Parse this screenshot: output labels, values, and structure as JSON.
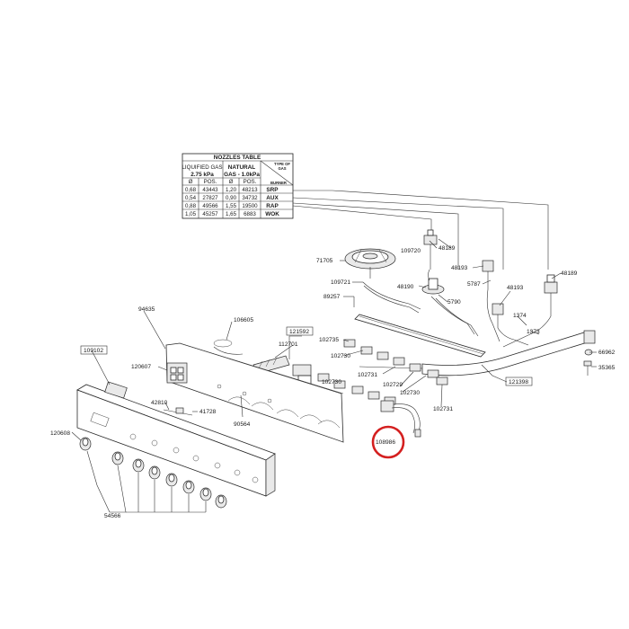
{
  "nozzles_table": {
    "title": "NOZZLES TABLE",
    "lpg_header": "LIQUIFIED GAS",
    "lpg_pressure": "2.75 kPa",
    "ng_header": "NATURAL",
    "ng_pressure": "GAS - 1.0kPa",
    "type_header_1": "TYPE OF",
    "type_header_2": "GAS",
    "burner_header": "BURNER",
    "col_diam": "Ø",
    "col_pos": "POS.",
    "rows": [
      {
        "lpg_d": "0,68",
        "lpg_p": "43443",
        "ng_d": "1,20",
        "ng_p": "48213",
        "burner": "SRP"
      },
      {
        "lpg_d": "0,54",
        "lpg_p": "27827",
        "ng_d": "0,90",
        "ng_p": "34732",
        "burner": "AUX"
      },
      {
        "lpg_d": "0,88",
        "lpg_p": "49566",
        "ng_d": "1,55",
        "ng_p": "19500",
        "burner": "RAP"
      },
      {
        "lpg_d": "1,05",
        "lpg_p": "45257",
        "ng_d": "1,65",
        "ng_p": "6883",
        "burner": "WOK"
      }
    ]
  },
  "labels": {
    "p109720": "109720",
    "p48189a": "48189",
    "p48189b": "48189",
    "p71705": "71705",
    "p48193a": "48193",
    "p48193b": "48193",
    "p5787": "5787",
    "p109721": "109721",
    "p48190": "48190",
    "p89257": "89257",
    "p5790": "5790",
    "p1374": "1374",
    "p1373": "1373",
    "p94635": "94635",
    "p106605": "106605",
    "p121592": "121592",
    "p112701": "112701",
    "p102735": "102735",
    "p102730a": "102730",
    "p102730b": "102730",
    "p102730c": "102730",
    "p109102": "109102",
    "p120607": "120607",
    "p102731a": "102731",
    "p102731b": "102731",
    "p102729": "102729",
    "p121398": "121398",
    "p66962": "66962",
    "p35365": "35365",
    "p42810": "42810",
    "p41728": "41728",
    "p90564": "90564",
    "p120608": "120608",
    "p108986": "108986",
    "p54566": "54566"
  },
  "highlight_color": "#d42020"
}
